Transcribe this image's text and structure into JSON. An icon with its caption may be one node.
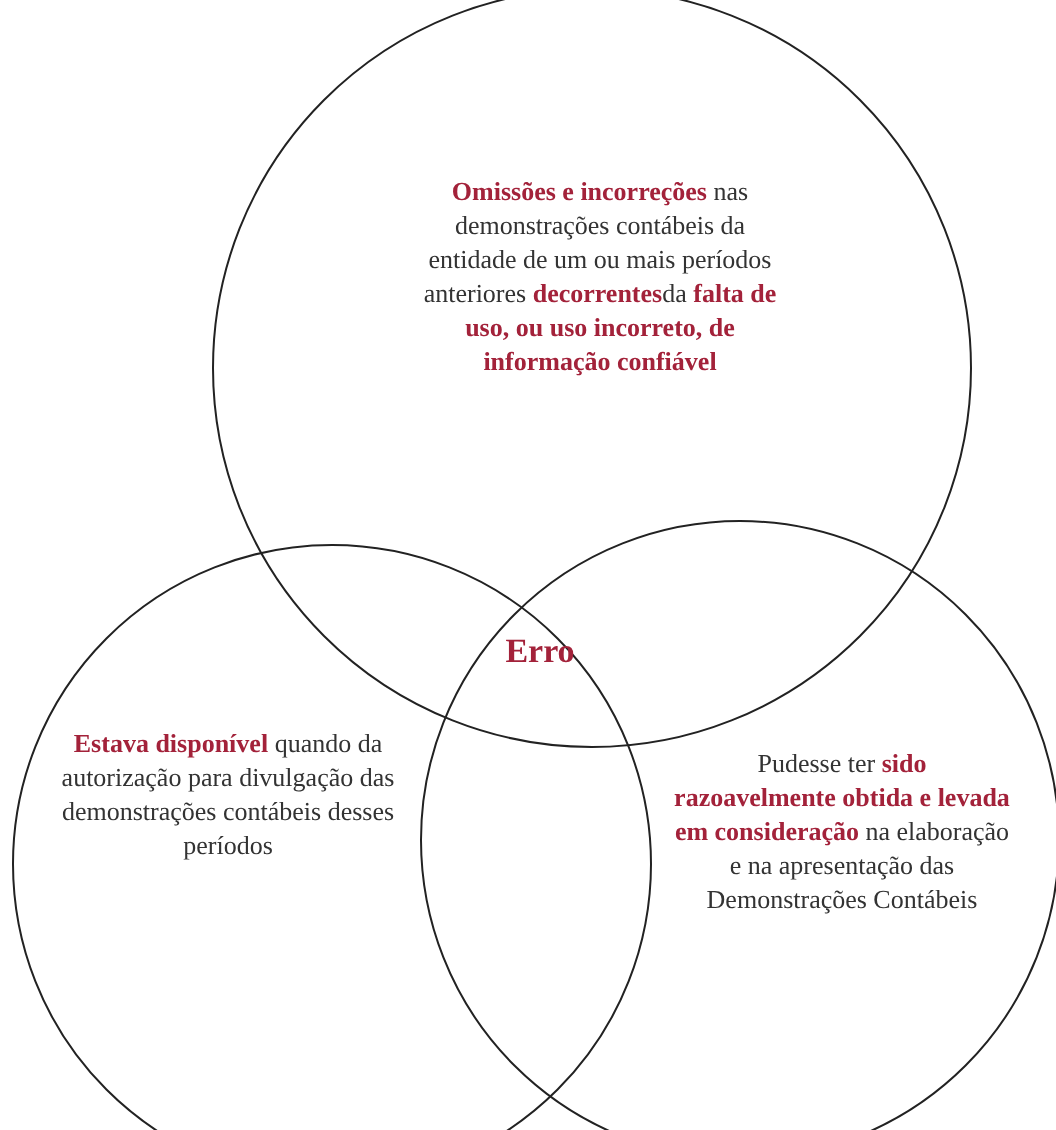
{
  "diagram": {
    "nodes": [
      {
        "text": [
          "**Omissões e incorreções** nas demonstrações contábeis da entidade de um ou mais períodos anteriores **decorrentes**da **falta de uso, ou uso incorreto, de informação confiável**"
        ]
      },
      {
        "text": [
          "**Estava disponível** quando da autorização para divulgação das demonstrações contábeis desses períodos"
        ]
      },
      {
        "text": [
          "Pudesse ter **sido razoavelmente obtida e levada em consideração** na elaboração e na apresentação das Demonstrações Contábeis"
        ]
      }
    ],
    "labels": [
      "Erro"
    ]
  }
}
